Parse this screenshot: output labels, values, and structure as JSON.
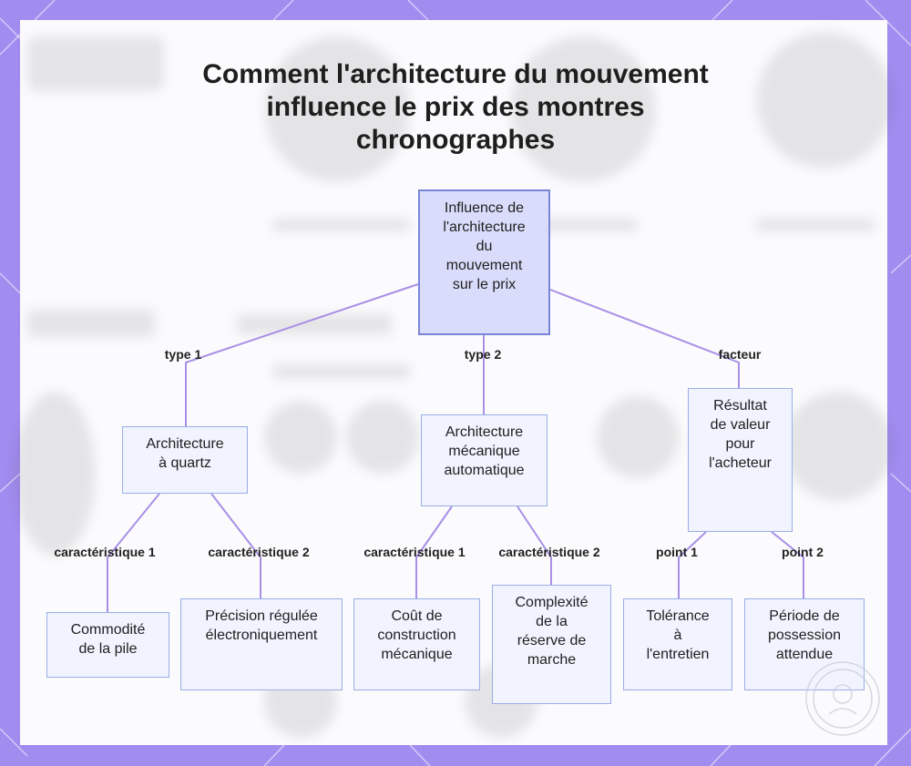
{
  "title": "Comment l'architecture du mouvement\ninfluence le prix des montres\nchronographes",
  "colors": {
    "frame": "#a18cf0",
    "panel": "#fbfbfd",
    "node_fill": "#f1f3fe",
    "node_border": "#9aaee6",
    "root_fill": "#dadcfb",
    "root_border": "#7a85d8",
    "edge": "#a88fe6"
  },
  "nodes": {
    "root": "Influence de\nl'architecture\ndu\nmouvement\nsur le prix",
    "quartz": "Architecture\nà quartz",
    "mech": "Architecture\nmécanique\nautomatique",
    "value": "Résultat\nde valeur\npour\nl'acheteur",
    "pile": "Commodité\nde la pile",
    "precision": "Précision régulée\nélectroniquement",
    "cost": "Coût de\nconstruction\nmécanique",
    "reserve": "Complexité\nde la\nréserve de\nmarche",
    "tolerance": "Tolérance\nà\nl'entretien",
    "period": "Période de\npossession\nattendue"
  },
  "edge_labels": {
    "type1": "type 1",
    "type2": "type 2",
    "facteur": "facteur",
    "car1a": "caractéristique 1",
    "car2a": "caractéristique 2",
    "car1b": "caractéristique 1",
    "car2b": "caractéristique 2",
    "point1": "point 1",
    "point2": "point 2"
  }
}
